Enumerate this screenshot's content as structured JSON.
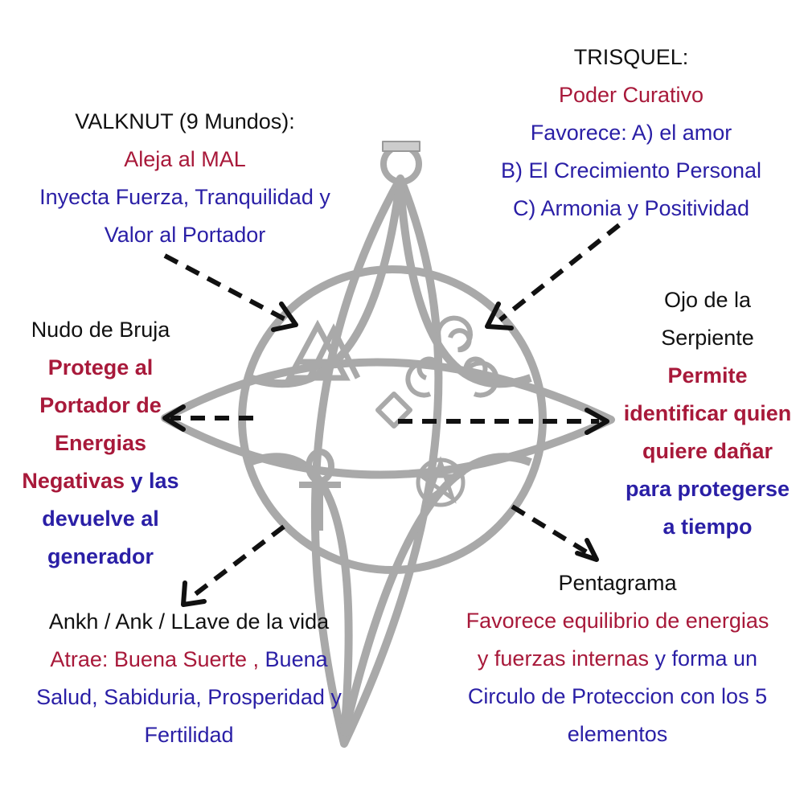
{
  "colors": {
    "title": "#111111",
    "red": "#a8193a",
    "blue": "#2a1fa6",
    "metal": "#a9a9a9",
    "arrow": "#111111"
  },
  "valknut": {
    "title": "VALKNUT (9 Mundos):",
    "line1": "Aleja al MAL",
    "line2": "Inyecta Fuerza, Tranquilidad y",
    "line3": "Valor al Portador"
  },
  "trisquel": {
    "title": "TRISQUEL:",
    "line1": "Poder Curativo",
    "line2": "Favorece: A) el amor",
    "line3": "B) El Crecimiento Personal",
    "line4": "C) Armonia y Positividad"
  },
  "nudo": {
    "title": "Nudo de Bruja",
    "line1": "Protege al",
    "line2": "Portador de",
    "line3": "Energias",
    "line4a": "Negativas",
    "line4b": " y las",
    "line5": "devuelve al",
    "line6": "generador"
  },
  "ojo": {
    "title1": "Ojo de la",
    "title2": "Serpiente",
    "line1": "Permite",
    "line2": "identificar quien",
    "line3": "quiere dañar",
    "line4": "para protegerse",
    "line5": "a tiempo"
  },
  "ankh": {
    "title": "Ankh / Ank / LLave de la vida",
    "line1a": "Atrae:  Buena Suerte ,",
    "line1b": " Buena",
    "line2": "Salud, Sabiduria,  Prosperidad y",
    "line3": "Fertilidad"
  },
  "pentagrama": {
    "title": "Pentagrama",
    "line1": "Favorece  equilibrio de energias",
    "line2a": "y fuerzas internas",
    "line2b": " y forma un",
    "line3": "Circulo de Proteccion con los 5",
    "line4": "elementos"
  }
}
